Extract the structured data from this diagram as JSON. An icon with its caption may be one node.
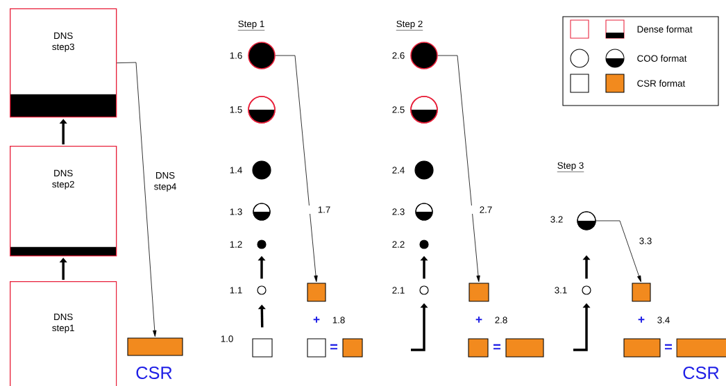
{
  "diagram": {
    "nodes": [
      {
        "text": [
          "DNS step3"
        ]
      },
      {
        "text": [
          "DNS step2"
        ]
      },
      {
        "text": [
          "DNS step1"
        ]
      },
      {
        "text": [],
        "shape": "bar",
        "beside": [
          "CSR"
        ]
      },
      {
        "text": [],
        "shape": "circle",
        "beside": [
          "1.6"
        ]
      },
      {
        "text": [],
        "shape": "circle",
        "beside": [
          "1.5"
        ]
      },
      {
        "text": [],
        "shape": "circle",
        "beside": [
          "1.4"
        ]
      },
      {
        "text": [],
        "shape": "circle",
        "beside": [
          "1.3"
        ]
      },
      {
        "text": [],
        "shape": "circle",
        "beside": [
          "1.2"
        ]
      },
      {
        "text": [],
        "shape": "circle",
        "beside": [
          "1.1"
        ]
      },
      {
        "text": [],
        "shape": "box",
        "beside": [
          "1.0"
        ]
      },
      {
        "text": [],
        "shape": "box"
      },
      {
        "text": [],
        "shape": "box"
      },
      {
        "text": [],
        "shape": "box"
      },
      {
        "text": [],
        "shape": "circle",
        "beside": [
          "2.6"
        ]
      },
      {
        "text": [],
        "shape": "circle",
        "beside": [
          "2.5"
        ]
      },
      {
        "text": [],
        "shape": "circle",
        "beside": [
          "2.4"
        ]
      },
      {
        "text": [],
        "shape": "circle",
        "beside": [
          "2.3"
        ]
      },
      {
        "text": [],
        "shape": "circle",
        "beside": [
          "2.2"
        ]
      },
      {
        "text": [],
        "shape": "circle",
        "beside": [
          "2.1"
        ]
      },
      {
        "text": [],
        "shape": "box"
      },
      {
        "text": [],
        "shape": "box"
      },
      {
        "text": [],
        "shape": "bar"
      },
      {
        "text": [],
        "shape": "circle",
        "beside": [
          "3.2"
        ]
      },
      {
        "text": [],
        "shape": "circle",
        "beside": [
          "3.1"
        ]
      },
      {
        "text": [],
        "shape": "box"
      },
      {
        "text": [],
        "shape": "bar"
      },
      {
        "text": [],
        "shape": "bar",
        "beside": [
          "CSR"
        ]
      }
    ],
    "edges": [
      {
        "from": 2,
        "to": 1,
        "arrow": "to"
      },
      {
        "from": 1,
        "to": 0,
        "arrow": "to"
      },
      {
        "from": 0,
        "to": 3,
        "arrow": "to",
        "label": "DNS step4"
      },
      {
        "from": 10,
        "to": 9,
        "arrow": "to"
      },
      {
        "from": 9,
        "to": 8,
        "arrow": "to"
      },
      {
        "from": 4,
        "to": 11,
        "arrow": "to",
        "label": "1.7"
      },
      {
        "from": null,
        "to": 19,
        "arrow": "to"
      },
      {
        "from": 19,
        "to": 18,
        "arrow": "to"
      },
      {
        "from": 14,
        "to": 20,
        "arrow": "to",
        "label": "2.7"
      },
      {
        "from": null,
        "to": 24,
        "arrow": "to"
      },
      {
        "from": 24,
        "to": 23,
        "arrow": "to"
      },
      {
        "from": 23,
        "to": 25,
        "arrow": "to",
        "label": "3.3"
      }
    ],
    "labels": [
      "Step 1",
      "Step 2",
      "Step 3",
      "+",
      "1.8",
      "+",
      "2.8",
      "+",
      "3.4",
      "=",
      "=",
      "="
    ],
    "legend": [
      {
        "text": "Dense format"
      },
      {
        "text": "COO format"
      },
      {
        "text": "CSR format"
      }
    ]
  }
}
